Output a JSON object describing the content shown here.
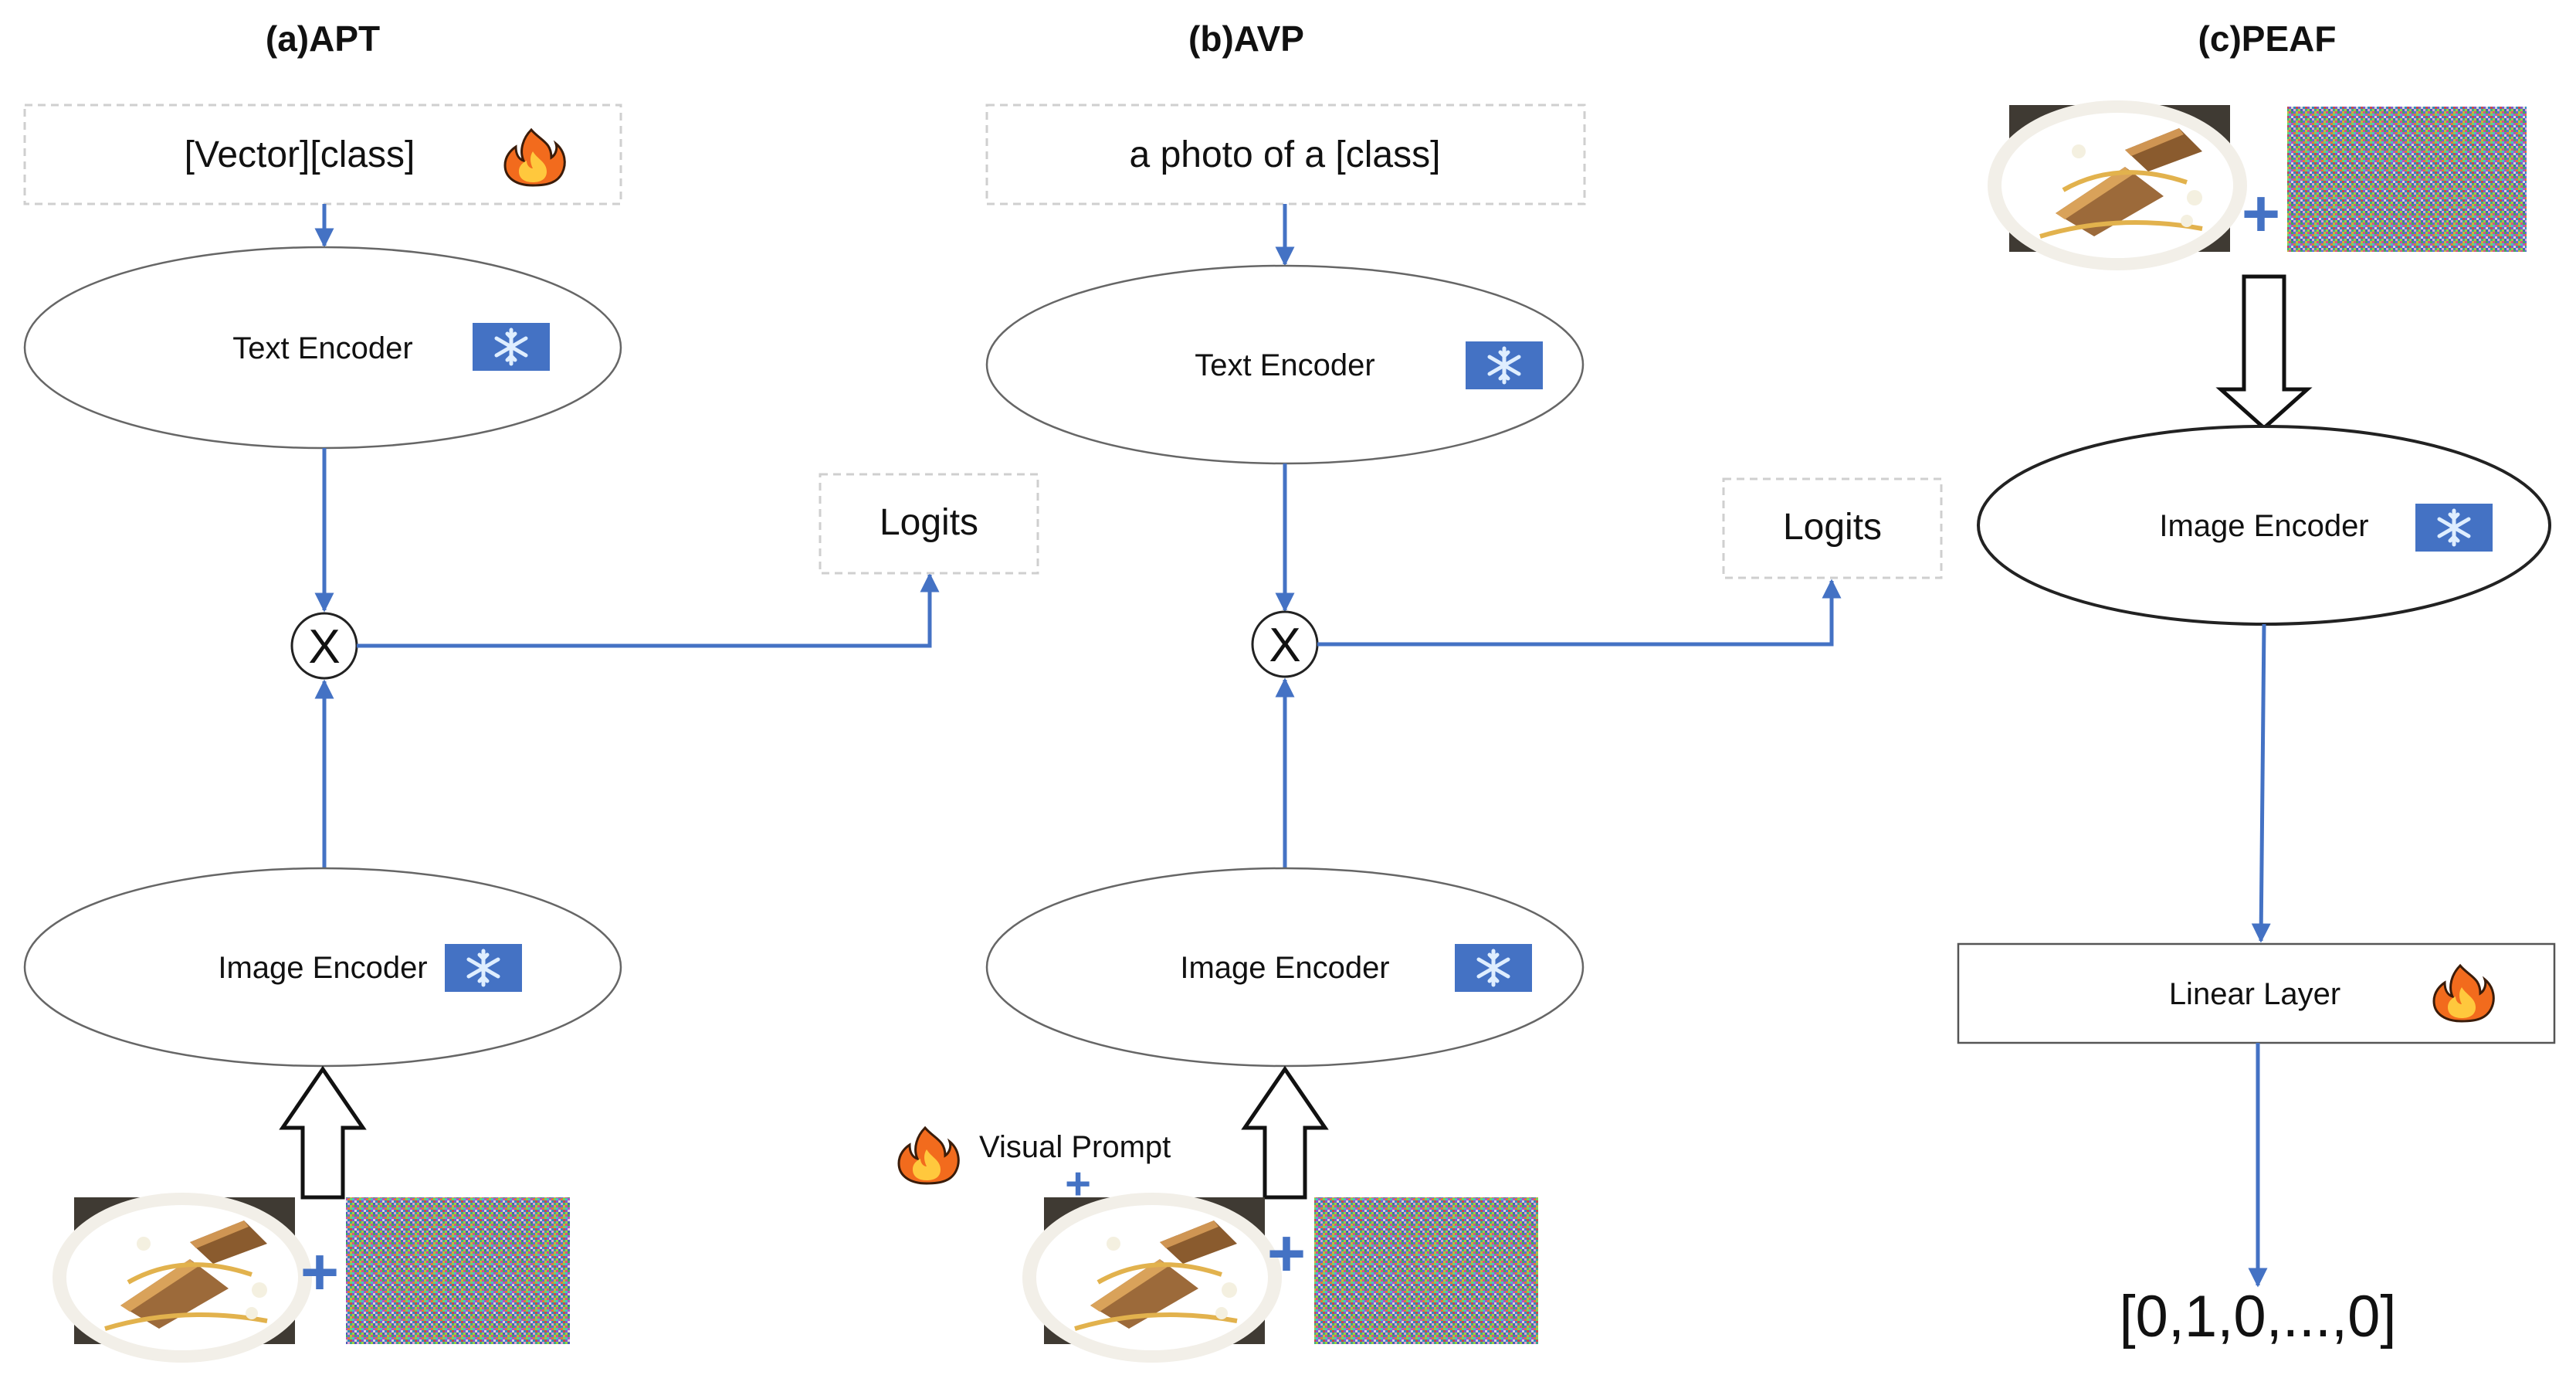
{
  "panels": {
    "apt": {
      "title": "(a)APT",
      "prompt": "[Vector][class]",
      "text_encoder": "Text Encoder",
      "image_encoder": "Image Encoder",
      "logits": "Logits",
      "multiply": "X",
      "plus": "+"
    },
    "avp": {
      "title": "(b)AVP",
      "prompt": "a photo of a [class]",
      "text_encoder": "Text Encoder",
      "image_encoder": "Image  Encoder",
      "logits": "Logits",
      "multiply": "X",
      "visual_prompt": "Visual Prompt",
      "plus": "+"
    },
    "peaf": {
      "title": "(c)PEAF",
      "image_encoder": "Image Encoder",
      "linear_layer": "Linear Layer",
      "output": "[0,1,0,...,0]",
      "plus": "+"
    }
  },
  "icons": {
    "frozen": "snowflake-icon",
    "trainable": "fire-icon"
  },
  "colors": {
    "arrow": "#4472c4",
    "snowflake_bg": "#4472c4",
    "fire_outer": "#f26b1d",
    "fire_inner": "#ffc83d"
  }
}
